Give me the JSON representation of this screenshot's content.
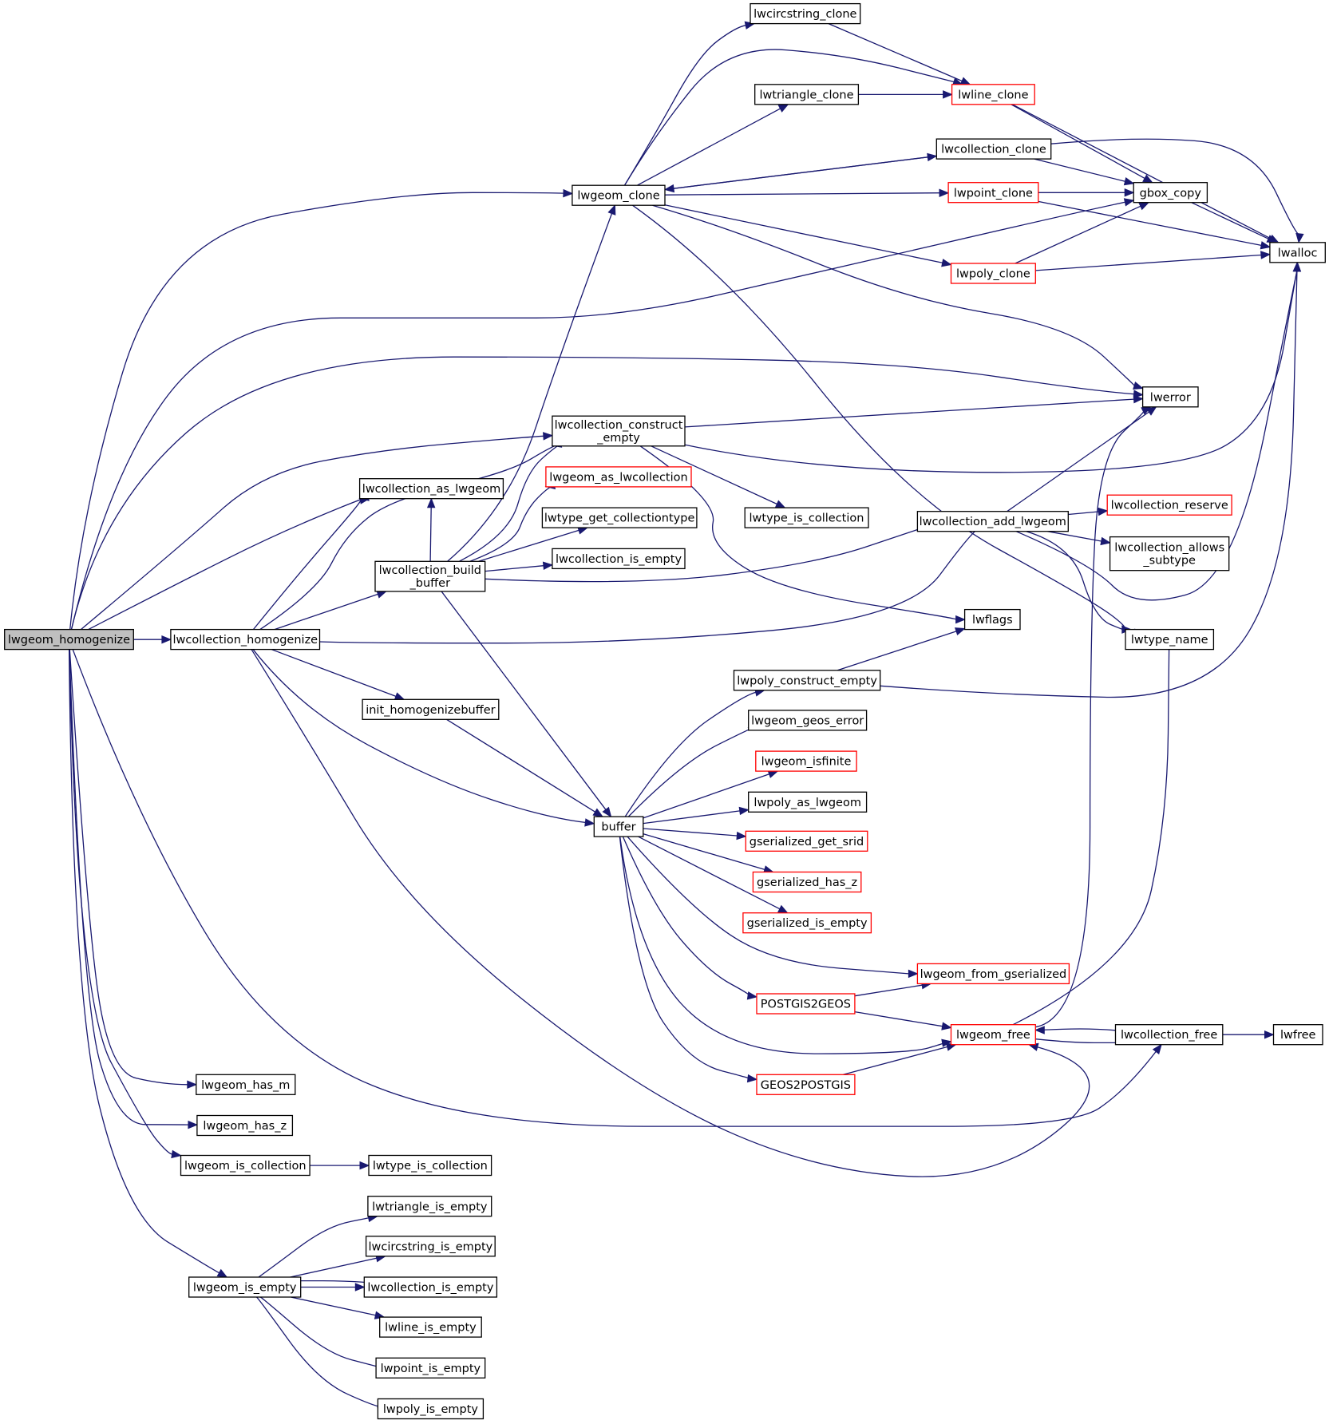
{
  "graph": {
    "title": "",
    "colors": {
      "edge": "#191970",
      "root_fill": "#bfbfbf",
      "node_border": "#000000",
      "truncated_border": "#ff0000"
    },
    "nodes": [
      {
        "id": "root",
        "lines": [
          "lwgeom_homogenize"
        ],
        "root": true
      },
      {
        "id": "lwcollection_homogenize",
        "lines": [
          "lwcollection_homogenize"
        ]
      },
      {
        "id": "lwgeom_clone",
        "lines": [
          "lwgeom_clone"
        ]
      },
      {
        "id": "lwcircstring_clone",
        "lines": [
          "lwcircstring_clone"
        ]
      },
      {
        "id": "lwtriangle_clone",
        "lines": [
          "lwtriangle_clone"
        ]
      },
      {
        "id": "lwline_clone",
        "lines": [
          "lwline_clone"
        ],
        "red": true
      },
      {
        "id": "lwcollection_clone",
        "lines": [
          "lwcollection_clone"
        ]
      },
      {
        "id": "lwpoint_clone",
        "lines": [
          "lwpoint_clone"
        ],
        "red": true
      },
      {
        "id": "lwpoly_clone",
        "lines": [
          "lwpoly_clone"
        ],
        "red": true
      },
      {
        "id": "gbox_copy",
        "lines": [
          "gbox_copy"
        ]
      },
      {
        "id": "lwalloc",
        "lines": [
          "lwalloc"
        ]
      },
      {
        "id": "lwerror",
        "lines": [
          "lwerror"
        ]
      },
      {
        "id": "lwcollection_construct_empty",
        "lines": [
          "lwcollection_construct",
          "_empty"
        ]
      },
      {
        "id": "lwgeom_as_lwcollection",
        "lines": [
          "lwgeom_as_lwcollection"
        ],
        "red": true
      },
      {
        "id": "lwcollection_as_lwgeom",
        "lines": [
          "lwcollection_as_lwgeom"
        ]
      },
      {
        "id": "lwtype_get_collectiontype",
        "lines": [
          "lwtype_get_collectiontype"
        ]
      },
      {
        "id": "lwcollection_is_empty_top",
        "lines": [
          "lwcollection_is_empty"
        ]
      },
      {
        "id": "lwcollection_build_buffer",
        "lines": [
          "lwcollection_build",
          "_buffer"
        ]
      },
      {
        "id": "lwtype_is_collection_top",
        "lines": [
          "lwtype_is_collection"
        ]
      },
      {
        "id": "lwcollection_add_lwgeom",
        "lines": [
          "lwcollection_add_lwgeom"
        ]
      },
      {
        "id": "lwcollection_reserve",
        "lines": [
          "lwcollection_reserve"
        ],
        "red": true
      },
      {
        "id": "lwcollection_allows_subtype",
        "lines": [
          "lwcollection_allows",
          "_subtype"
        ]
      },
      {
        "id": "lwflags",
        "lines": [
          "lwflags"
        ]
      },
      {
        "id": "lwtype_name",
        "lines": [
          "lwtype_name"
        ]
      },
      {
        "id": "lwpoly_construct_empty",
        "lines": [
          "lwpoly_construct_empty"
        ]
      },
      {
        "id": "init_homogenizebuffer",
        "lines": [
          "init_homogenizebuffer"
        ]
      },
      {
        "id": "lwgeom_geos_error",
        "lines": [
          "lwgeom_geos_error"
        ]
      },
      {
        "id": "lwgeom_isfinite",
        "lines": [
          "lwgeom_isfinite"
        ],
        "red": true
      },
      {
        "id": "lwpoly_as_lwgeom",
        "lines": [
          "lwpoly_as_lwgeom"
        ]
      },
      {
        "id": "buffer",
        "lines": [
          "buffer"
        ]
      },
      {
        "id": "gserialized_get_srid",
        "lines": [
          "gserialized_get_srid"
        ],
        "red": true
      },
      {
        "id": "gserialized_has_z",
        "lines": [
          "gserialized_has_z"
        ],
        "red": true
      },
      {
        "id": "gserialized_is_empty",
        "lines": [
          "gserialized_is_empty"
        ],
        "red": true
      },
      {
        "id": "lwgeom_from_gserialized",
        "lines": [
          "lwgeom_from_gserialized"
        ],
        "red": true
      },
      {
        "id": "POSTGIS2GEOS",
        "lines": [
          "POSTGIS2GEOS"
        ],
        "red": true
      },
      {
        "id": "lwgeom_free",
        "lines": [
          "lwgeom_free"
        ],
        "red": true
      },
      {
        "id": "lwcollection_free",
        "lines": [
          "lwcollection_free"
        ]
      },
      {
        "id": "lwfree",
        "lines": [
          "lwfree"
        ]
      },
      {
        "id": "GEOS2POSTGIS",
        "lines": [
          "GEOS2POSTGIS"
        ],
        "red": true
      },
      {
        "id": "lwgeom_has_m",
        "lines": [
          "lwgeom_has_m"
        ]
      },
      {
        "id": "lwgeom_has_z",
        "lines": [
          "lwgeom_has_z"
        ]
      },
      {
        "id": "lwgeom_is_collection",
        "lines": [
          "lwgeom_is_collection"
        ]
      },
      {
        "id": "lwtype_is_collection_bot",
        "lines": [
          "lwtype_is_collection"
        ]
      },
      {
        "id": "lwgeom_is_empty",
        "lines": [
          "lwgeom_is_empty"
        ]
      },
      {
        "id": "lwtriangle_is_empty",
        "lines": [
          "lwtriangle_is_empty"
        ]
      },
      {
        "id": "lwcircstring_is_empty",
        "lines": [
          "lwcircstring_is_empty"
        ]
      },
      {
        "id": "lwcollection_is_empty_bot",
        "lines": [
          "lwcollection_is_empty"
        ]
      },
      {
        "id": "lwline_is_empty",
        "lines": [
          "lwline_is_empty"
        ]
      },
      {
        "id": "lwpoint_is_empty",
        "lines": [
          "lwpoint_is_empty"
        ]
      },
      {
        "id": "lwpoly_is_empty",
        "lines": [
          "lwpoly_is_empty"
        ]
      }
    ],
    "edges": [
      [
        "root",
        "lwcollection_homogenize"
      ],
      [
        "root",
        "lwgeom_clone"
      ],
      [
        "root",
        "gbox_copy"
      ],
      [
        "root",
        "lwerror"
      ],
      [
        "root",
        "lwcollection_construct_empty"
      ],
      [
        "root",
        "lwcollection_as_lwgeom"
      ],
      [
        "root",
        "lwcollection_free"
      ],
      [
        "root",
        "lwgeom_has_m"
      ],
      [
        "root",
        "lwgeom_has_z"
      ],
      [
        "root",
        "lwgeom_is_collection"
      ],
      [
        "root",
        "lwgeom_is_empty"
      ],
      [
        "lwgeom_clone",
        "lwcircstring_clone"
      ],
      [
        "lwgeom_clone",
        "lwline_clone"
      ],
      [
        "lwgeom_clone",
        "lwtriangle_clone"
      ],
      [
        "lwgeom_clone",
        "lwcollection_clone"
      ],
      [
        "lwgeom_clone",
        "lwpoint_clone"
      ],
      [
        "lwgeom_clone",
        "lwpoly_clone"
      ],
      [
        "lwgeom_clone",
        "lwerror"
      ],
      [
        "lwgeom_clone",
        "lwtype_name"
      ],
      [
        "lwcircstring_clone",
        "lwline_clone"
      ],
      [
        "lwtriangle_clone",
        "lwline_clone"
      ],
      [
        "lwline_clone",
        "gbox_copy"
      ],
      [
        "lwline_clone",
        "lwalloc"
      ],
      [
        "lwcollection_clone",
        "lwgeom_clone"
      ],
      [
        "lwcollection_clone",
        "gbox_copy"
      ],
      [
        "lwcollection_clone",
        "lwalloc"
      ],
      [
        "lwpoint_clone",
        "gbox_copy"
      ],
      [
        "lwpoint_clone",
        "lwalloc"
      ],
      [
        "lwpoly_clone",
        "gbox_copy"
      ],
      [
        "lwpoly_clone",
        "lwalloc"
      ],
      [
        "gbox_copy",
        "lwalloc"
      ],
      [
        "lwcollection_construct_empty",
        "lwerror"
      ],
      [
        "lwcollection_construct_empty",
        "lwalloc"
      ],
      [
        "lwcollection_construct_empty",
        "lwtype_is_collection_top"
      ],
      [
        "lwcollection_construct_empty",
        "lwflags"
      ],
      [
        "lwcollection_homogenize",
        "lwcollection_as_lwgeom"
      ],
      [
        "lwcollection_homogenize",
        "lwcollection_construct_empty"
      ],
      [
        "lwcollection_homogenize",
        "lwcollection_build_buffer"
      ],
      [
        "lwcollection_homogenize",
        "lwcollection_add_lwgeom"
      ],
      [
        "lwcollection_homogenize",
        "init_homogenizebuffer"
      ],
      [
        "lwcollection_homogenize",
        "buffer"
      ],
      [
        "lwcollection_homogenize",
        "lwgeom_free"
      ],
      [
        "lwcollection_build_buffer",
        "lwgeom_clone"
      ],
      [
        "lwcollection_build_buffer",
        "lwcollection_as_lwgeom"
      ],
      [
        "lwcollection_build_buffer",
        "lwcollection_construct_empty"
      ],
      [
        "lwcollection_build_buffer",
        "lwgeom_as_lwcollection"
      ],
      [
        "lwcollection_build_buffer",
        "lwtype_get_collectiontype"
      ],
      [
        "lwcollection_build_buffer",
        "lwcollection_is_empty_top"
      ],
      [
        "lwcollection_build_buffer",
        "lwcollection_add_lwgeom"
      ],
      [
        "lwcollection_build_buffer",
        "buffer"
      ],
      [
        "lwcollection_add_lwgeom",
        "lwerror"
      ],
      [
        "lwcollection_add_lwgeom",
        "lwcollection_reserve"
      ],
      [
        "lwcollection_add_lwgeom",
        "lwcollection_allows_subtype"
      ],
      [
        "lwcollection_add_lwgeom",
        "lwalloc"
      ],
      [
        "lwcollection_add_lwgeom",
        "lwtype_name"
      ],
      [
        "lwpoly_construct_empty",
        "lwflags"
      ],
      [
        "lwpoly_construct_empty",
        "lwalloc"
      ],
      [
        "init_homogenizebuffer",
        "buffer"
      ],
      [
        "buffer",
        "lwpoly_construct_empty"
      ],
      [
        "buffer",
        "lwgeom_geos_error"
      ],
      [
        "buffer",
        "lwgeom_isfinite"
      ],
      [
        "buffer",
        "lwpoly_as_lwgeom"
      ],
      [
        "buffer",
        "gserialized_get_srid"
      ],
      [
        "buffer",
        "gserialized_has_z"
      ],
      [
        "buffer",
        "gserialized_is_empty"
      ],
      [
        "buffer",
        "lwgeom_from_gserialized"
      ],
      [
        "buffer",
        "POSTGIS2GEOS"
      ],
      [
        "buffer",
        "lwgeom_free"
      ],
      [
        "buffer",
        "GEOS2POSTGIS"
      ],
      [
        "POSTGIS2GEOS",
        "lwgeom_from_gserialized"
      ],
      [
        "POSTGIS2GEOS",
        "lwgeom_free"
      ],
      [
        "GEOS2POSTGIS",
        "lwgeom_free"
      ],
      [
        "lwgeom_free",
        "lwerror"
      ],
      [
        "lwgeom_free",
        "lwtype_name"
      ],
      [
        "lwgeom_free",
        "lwcollection_free"
      ],
      [
        "lwcollection_free",
        "lwgeom_free"
      ],
      [
        "lwcollection_free",
        "lwfree"
      ],
      [
        "lwgeom_is_collection",
        "lwtype_is_collection_bot"
      ],
      [
        "lwgeom_is_empty",
        "lwtriangle_is_empty"
      ],
      [
        "lwgeom_is_empty",
        "lwcircstring_is_empty"
      ],
      [
        "lwgeom_is_empty",
        "lwcollection_is_empty_bot"
      ],
      [
        "lwgeom_is_empty",
        "lwline_is_empty"
      ],
      [
        "lwgeom_is_empty",
        "lwpoint_is_empty"
      ],
      [
        "lwgeom_is_empty",
        "lwpoly_is_empty"
      ],
      [
        "lwcollection_is_empty_bot",
        "lwgeom_is_empty"
      ]
    ]
  }
}
